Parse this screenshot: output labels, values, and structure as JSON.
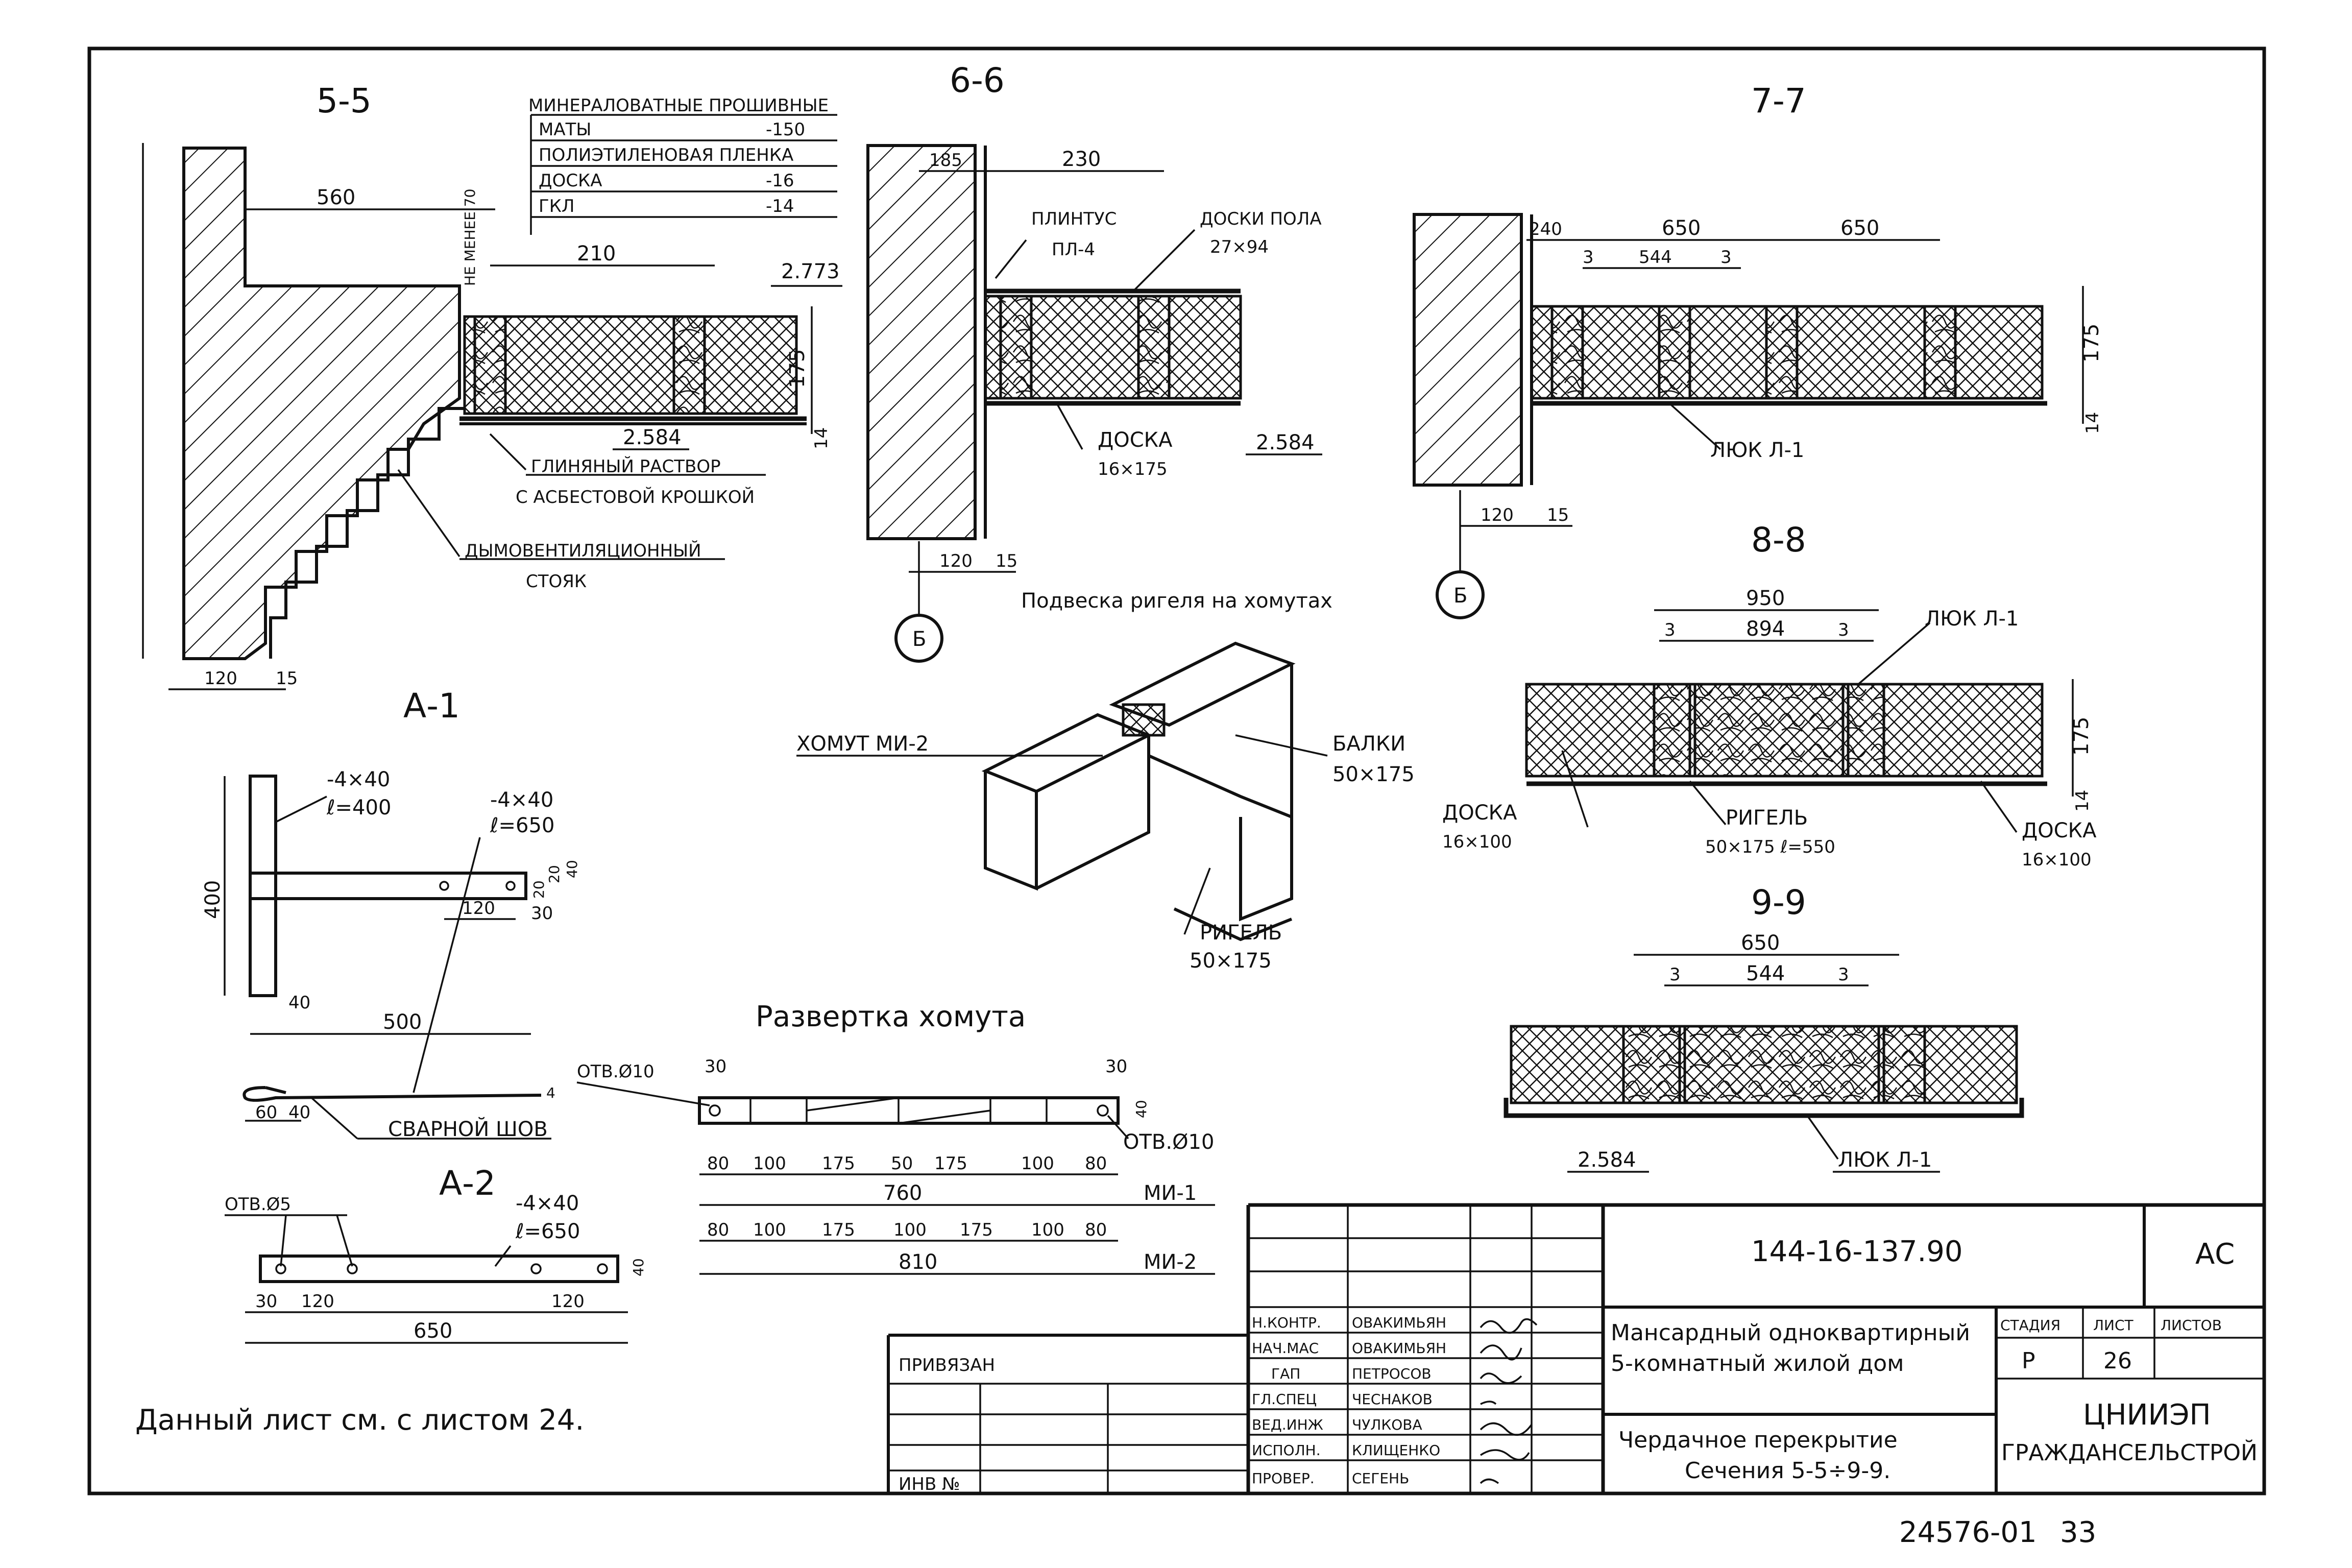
{
  "sections": {
    "s55": {
      "title": "5-5",
      "table_head": "МИНЕРАЛОВАТНЫЕ ПРОШИВНЫЕ",
      "layers": [
        {
          "name": "МАТЫ",
          "value": "-150"
        },
        {
          "name": "ПОЛИЭТИЛЕНОВАЯ ПЛЕНКА",
          "value": ""
        },
        {
          "name": "ДОСКА",
          "value": "-16"
        },
        {
          "name": "ГКЛ",
          "value": "-14"
        }
      ],
      "dim_560": "560",
      "dim_210": "210",
      "note_min70": "НЕ МЕНЕЕ 70",
      "mark_2773": "2.773",
      "mark_2584": "2.584",
      "dim_175": "175",
      "dim_14": "14",
      "clay": "ГЛИНЯНЫЙ РАСТВОР",
      "clay2": "С АСБЕСТОВОЙ КРОШКОЙ",
      "smoke": "ДЫМОВЕНТИЛЯЦИОННЫЙ",
      "smoke2": "СТОЯК",
      "dim_120": "120",
      "dim_15": "15"
    },
    "s66": {
      "title": "6-6",
      "dim_185": "185",
      "dim_230": "230",
      "plinth": "ПЛИНТУС",
      "plinth2": "ПЛ-4",
      "floorboards": "ДОСКИ ПОЛА",
      "floorboards2": "27×94",
      "board": "ДОСКА",
      "board2": "16×175",
      "mark_2584": "2.584",
      "dim_120": "120",
      "dim_15": "15",
      "axis": "Б"
    },
    "s77": {
      "title": "7-7",
      "dim_240": "240",
      "dim_650a": "650",
      "dim_650b": "650",
      "dim_3a": "3",
      "dim_544": "544",
      "dim_3b": "3",
      "dim_175": "175",
      "dim_14": "14",
      "hatch": "ЛЮК Л-1",
      "dim_120": "120",
      "dim_15": "15",
      "axis": "Б"
    },
    "s88": {
      "title": "8-8",
      "dim_950": "950",
      "dim_3a": "3",
      "dim_894": "894",
      "dim_3b": "3",
      "hatch": "ЛЮК Л-1",
      "dim_175": "175",
      "dim_14": "14",
      "board_l": "ДОСКА",
      "board_l2": "16×100",
      "girder": "РИГЕЛЬ",
      "girder2": "50×175 ℓ=550",
      "board_r": "ДОСКА",
      "board_r2": "16×100"
    },
    "s99": {
      "title": "9-9",
      "dim_650": "650",
      "dim_3a": "3",
      "dim_544": "544",
      "dim_3b": "3",
      "mark_2584": "2.584",
      "hatch": "ЛЮК Л-1"
    },
    "hanger": {
      "title": "Подвеска ригеля на хомутах",
      "clamp": "ХОМУТ МИ-2",
      "beams": "БАЛКИ",
      "beams2": "50×175",
      "girder": "РИГЕЛЬ",
      "girder2": "50×175"
    },
    "a1": {
      "title": "А-1",
      "strip1": "-4×40",
      "strip1_len": "ℓ=400",
      "strip2": "-4×40",
      "strip2_len": "ℓ=650",
      "dim_400": "400",
      "dim_40": "40",
      "dim_500": "500",
      "dim_120": "120",
      "dim_30": "30",
      "dim_20a": "20",
      "dim_20b": "20",
      "dim_40b": "40",
      "dim_60": "60",
      "dim_40c": "40",
      "dim_4": "4",
      "weld": "СВАРНОЙ ШОВ"
    },
    "a2": {
      "title": "А-2",
      "hole": "ОТВ.Ø5",
      "strip": "-4×40",
      "strip_len": "ℓ=650",
      "dim_30": "30",
      "dim_120a": "120",
      "dim_120b": "120",
      "dim_650": "650",
      "dim_40": "40"
    },
    "unfold": {
      "title": "Развертка хомута",
      "hole_l": "ОТВ.Ø10",
      "hole_r": "ОТВ.Ø10",
      "dim_30l": "30",
      "dim_30r": "30",
      "dim_40": "40",
      "mi1": {
        "segments": [
          "80",
          "100",
          "175",
          "50",
          "175",
          "100",
          "80"
        ],
        "total": "760",
        "mark": "МИ-1"
      },
      "mi2": {
        "segments": [
          "80",
          "100",
          "175",
          "100",
          "175",
          "100",
          "80"
        ],
        "total": "810",
        "mark": "МИ-2"
      }
    }
  },
  "note": "Данный лист см. с листом 24.",
  "title_block": {
    "doc_code": "144-16-137.90",
    "mark": "АС",
    "bound": "ПРИВЯЗАН",
    "inv": "ИНВ №",
    "roles": [
      {
        "role": "Н.КОНТР.",
        "name": "ОВАКИМЬЯН"
      },
      {
        "role": "НАЧ.МАС",
        "name": "ОВАКИМЬЯН"
      },
      {
        "role": "ГАП",
        "name": "ПЕТРОСОВ"
      },
      {
        "role": "ГЛ.СПЕЦ",
        "name": "ЧЕСНАКОВ"
      },
      {
        "role": "ВЕД.ИНЖ",
        "name": "ЧУЛКОВА"
      },
      {
        "role": "ИСПОЛН.",
        "name": "КЛИЩЕНКО"
      },
      {
        "role": "ПРОВЕР.",
        "name": "СЕГЕНЬ"
      }
    ],
    "project": "Мансардный одноквартирный",
    "project2": "5-комнатный жилой дом",
    "sheet_title": "Чердачное перекрытие",
    "sheet_title2": "Сечения 5-5÷9-9.",
    "stage_label": "СТАДИЯ",
    "sheet_label": "ЛИСТ",
    "sheets_label": "ЛИСТОВ",
    "stage": "Р",
    "sheet": "26",
    "sheets": "",
    "org": "ЦНИИЭП",
    "org2": "ГРАЖДАНСЕЛЬСТРОЙ"
  },
  "footer": {
    "archive": "24576-01",
    "page": "33"
  }
}
